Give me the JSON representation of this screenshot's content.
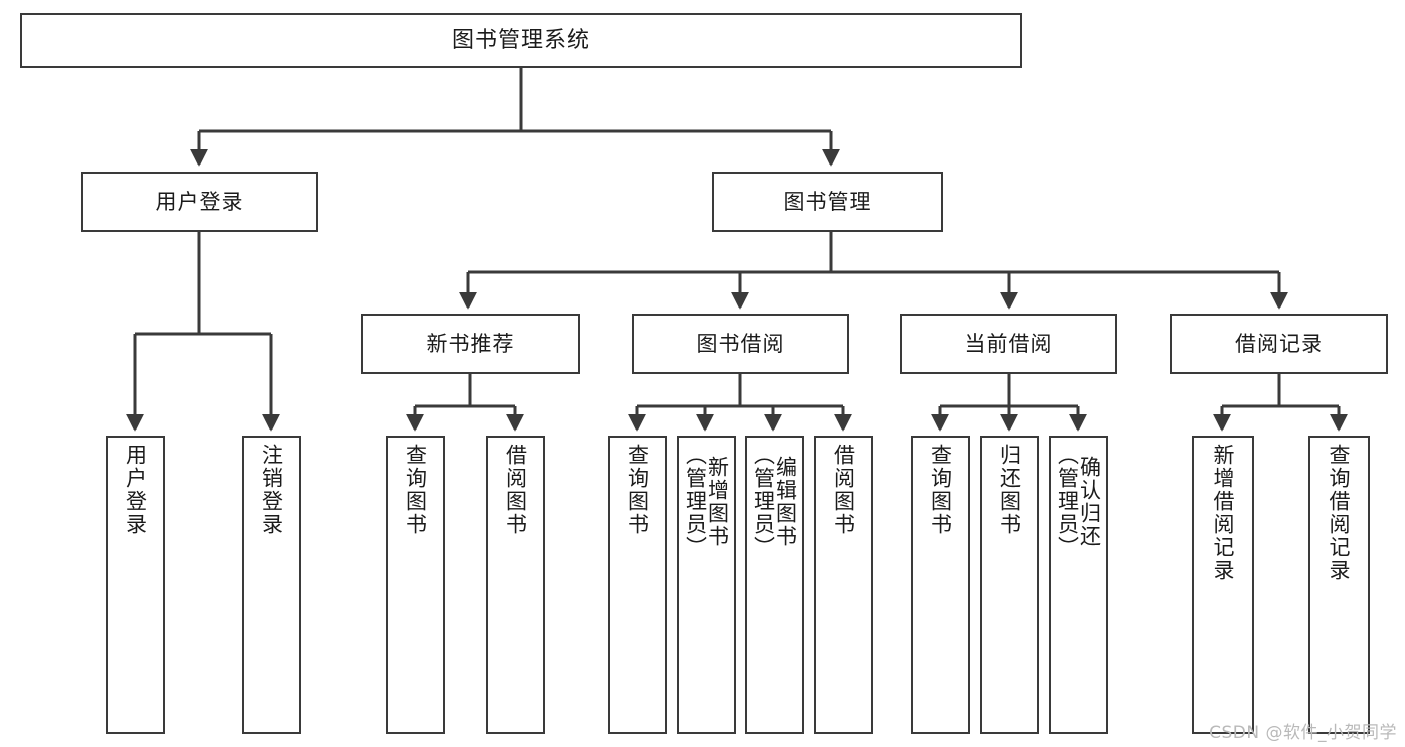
{
  "diagram": {
    "type": "hierarchy-tree",
    "title": "图书管理系统",
    "watermark": "CSDN @软件_小贺同学",
    "colors": {
      "background": "#ffffff",
      "box_border": "#3a3a3a",
      "box_fill": "#ffffff",
      "text": "#1b1b1b",
      "connector": "#3a3a3a",
      "watermark": "#b9b9b9"
    },
    "root": {
      "label": "图书管理系统"
    },
    "level1": [
      {
        "label": "用户登录"
      },
      {
        "label": "图书管理"
      }
    ],
    "level2": [
      {
        "label": "新书推荐"
      },
      {
        "label": "图书借阅"
      },
      {
        "label": "当前借阅"
      },
      {
        "label": "借阅记录"
      }
    ],
    "leaves": {
      "user_login": [
        {
          "label": "用户登录"
        },
        {
          "label": "注销登录"
        }
      ],
      "new_book_recommend": [
        {
          "label": "查询图书"
        },
        {
          "label": "借阅图书"
        }
      ],
      "book_borrow": [
        {
          "label": "查询图书"
        },
        {
          "label": "新增图书\n（管理员）"
        },
        {
          "label": "编辑图书\n（管理员）"
        },
        {
          "label": "借阅图书"
        }
      ],
      "current_borrow": [
        {
          "label": "查询图书"
        },
        {
          "label": "归还图书"
        },
        {
          "label": "确认归还\n（管理员）"
        }
      ],
      "borrow_record": [
        {
          "label": "新增借阅记录"
        },
        {
          "label": "查询借阅记录"
        }
      ]
    }
  }
}
